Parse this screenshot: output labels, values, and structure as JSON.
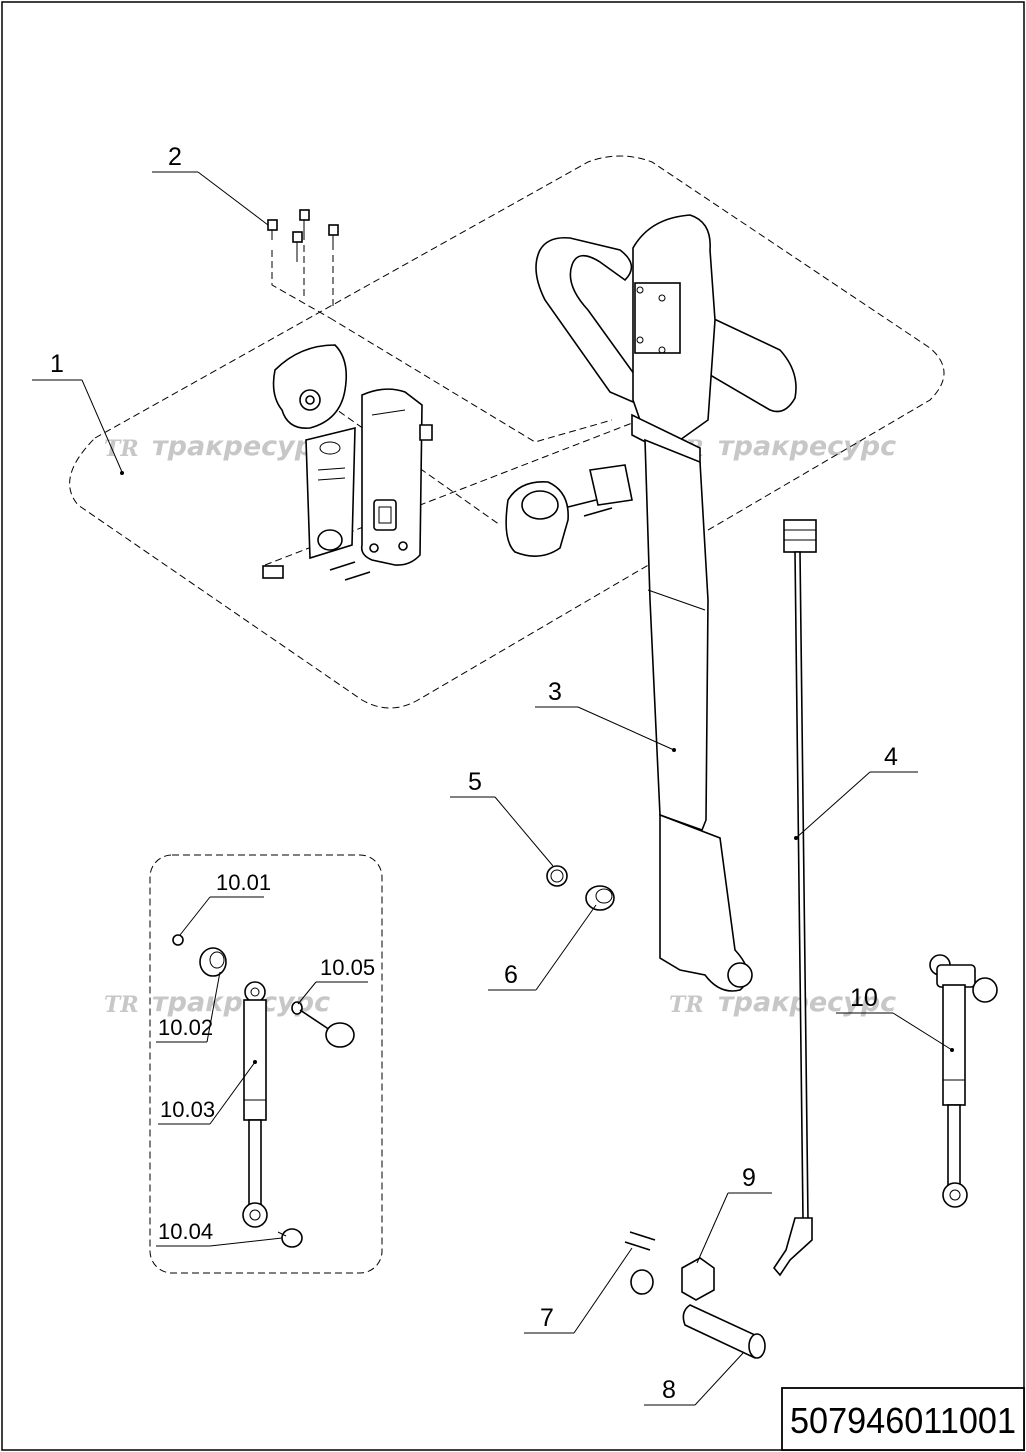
{
  "diagram": {
    "document_code": "507946011001",
    "watermark_text": "тракресурс",
    "watermark_logo": "TR",
    "callouts": [
      "1",
      "2",
      "3",
      "4",
      "5",
      "6",
      "7",
      "8",
      "9",
      "10"
    ],
    "subassembly_callouts": [
      "10.01",
      "10.02",
      "10.03",
      "10.04",
      "10.05"
    ]
  }
}
